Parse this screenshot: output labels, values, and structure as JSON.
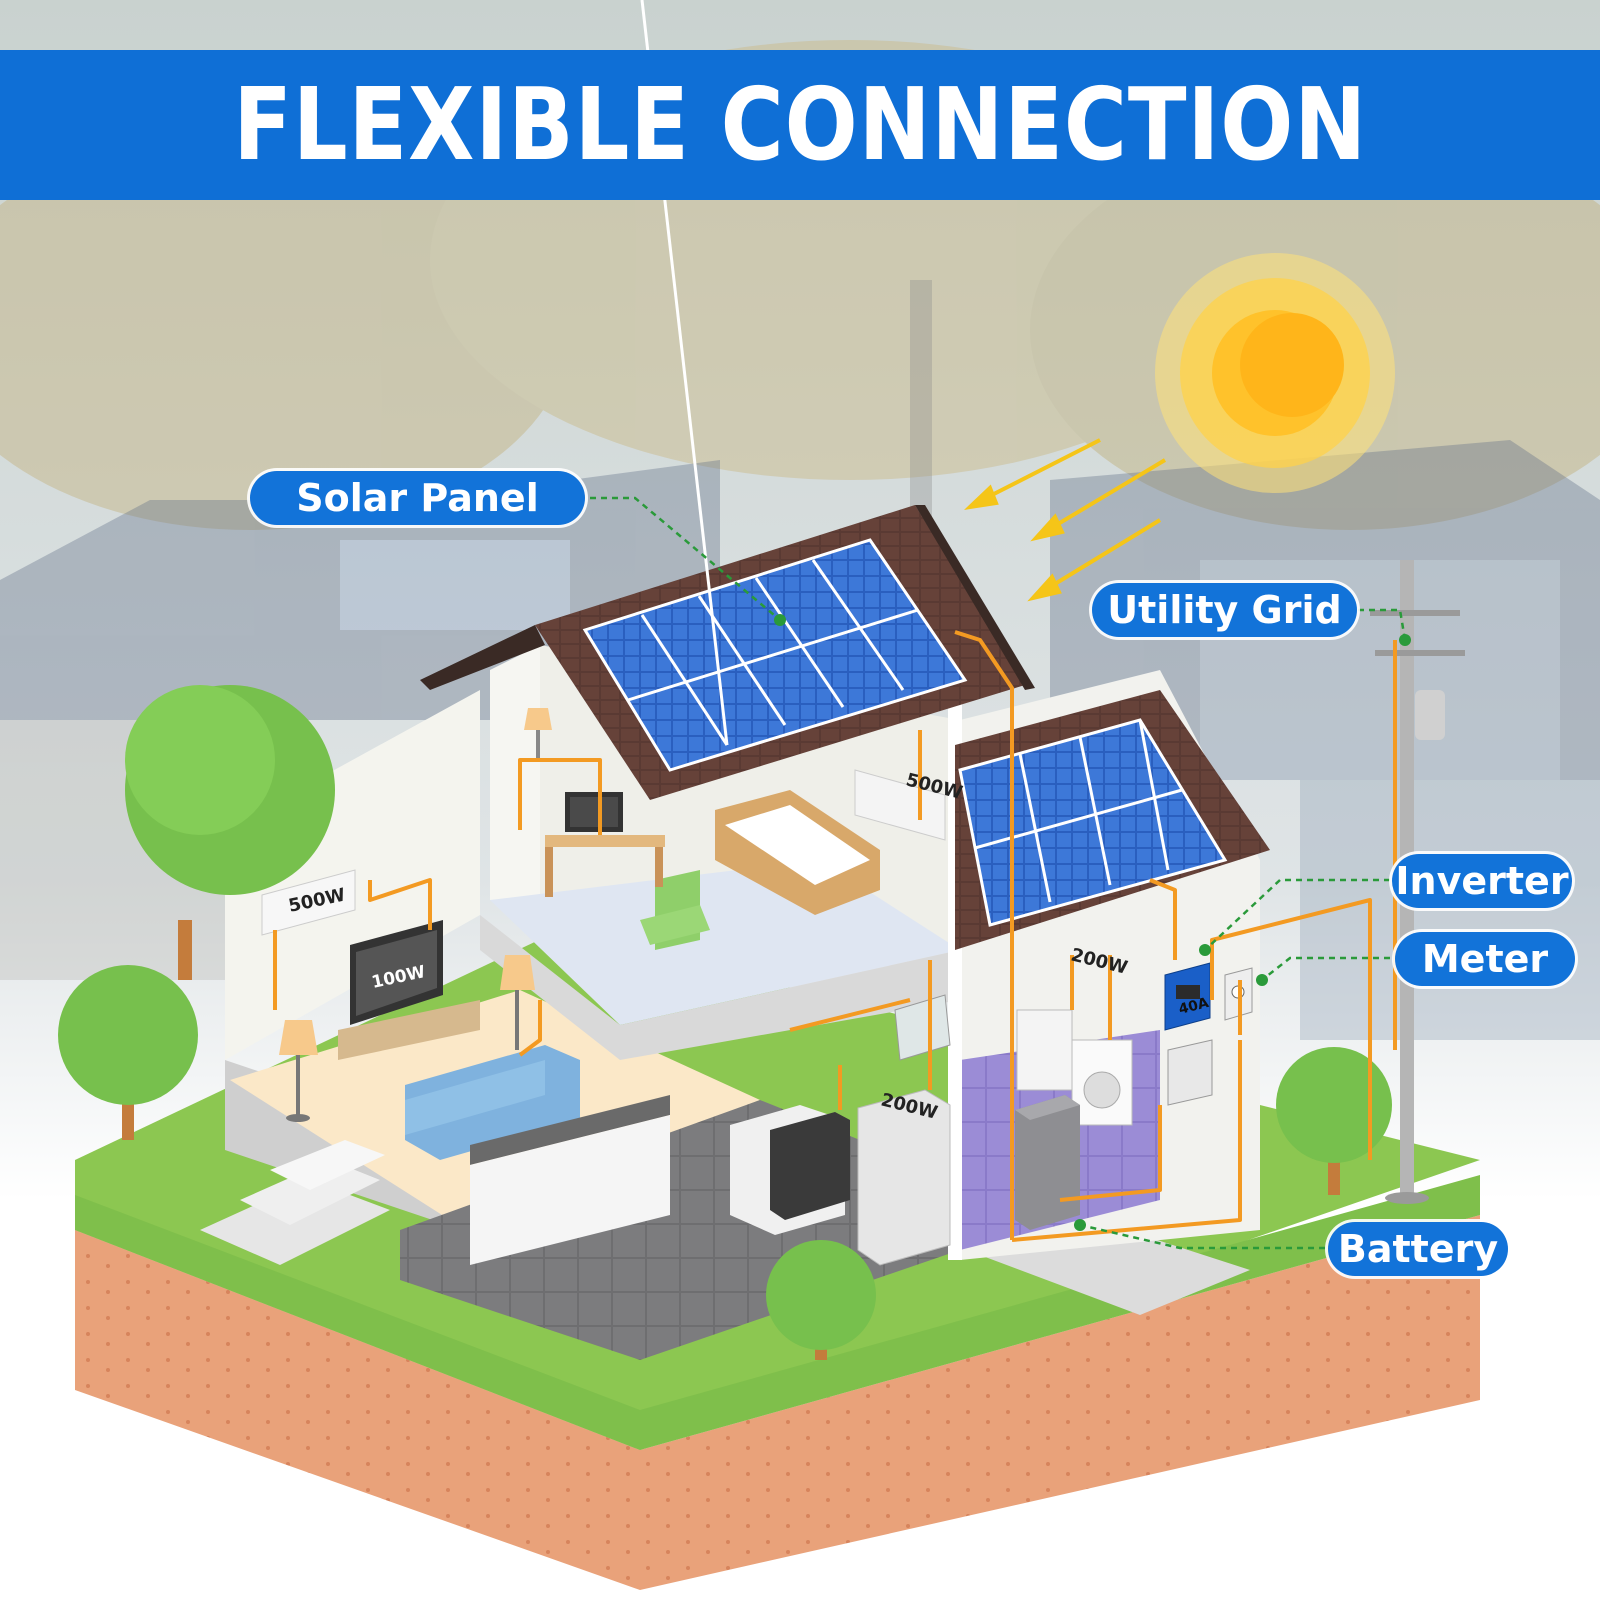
{
  "title": "FLEXIBLE CONNECTION",
  "callouts": {
    "solar_panel": "Solar Panel",
    "utility_grid": "Utility Grid",
    "inverter": "Inverter",
    "meter": "Meter",
    "battery": "Battery"
  },
  "appliance_labels": {
    "ac_upstairs": "500W",
    "ac_living": "500W",
    "tv": "100W",
    "washer": "200W",
    "fridge": "200W",
    "inverter_display": "40A"
  },
  "colors": {
    "brand_blue": "#1273d9",
    "wire_orange": "#f39a22",
    "leader_green": "#2a9a3a",
    "roof_brown": "#5a3a33",
    "panel_blue": "#2a5fbf",
    "grass_green": "#8cc751",
    "soil_orange": "#e9a27a",
    "sun_yellow": "#ffc22b"
  }
}
